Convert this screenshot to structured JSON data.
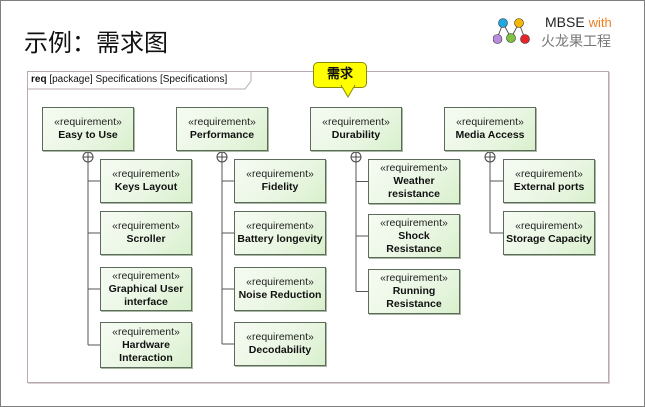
{
  "slide": {
    "title": "示例：需求图",
    "logo": {
      "brand": "MBSE",
      "with": "with",
      "subtitle": "火龙果工程",
      "node_colors": [
        "#1ea7e1",
        "#f5b800",
        "#b98ee0",
        "#7fc241",
        "#e8242b"
      ]
    }
  },
  "diagram": {
    "frame_keyword": "req",
    "frame_label": "[package] Specifications [Specifications]",
    "callout": "需求",
    "stereotype": "«requirement»",
    "groups": [
      {
        "parent": "Easy to Use",
        "children": [
          "Keys Layout",
          "Scroller",
          "Graphical User interface",
          "Hardware Interaction"
        ]
      },
      {
        "parent": "Performance",
        "children": [
          "Fidelity",
          "Battery longevity",
          "Noise Reduction",
          "Decodability"
        ]
      },
      {
        "parent": "Durability",
        "children": [
          "Weather resistance",
          "Shock Resistance",
          "Running Resistance"
        ]
      },
      {
        "parent": "Media Access",
        "children": [
          "External ports",
          "Storage Capacity"
        ]
      }
    ]
  }
}
